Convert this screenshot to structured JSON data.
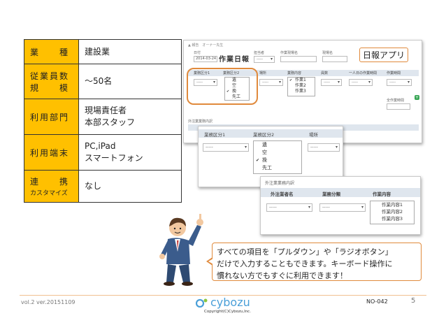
{
  "info_table": [
    {
      "label": "業　　種",
      "value": [
        "建設業"
      ]
    },
    {
      "label_lines": [
        "従業員数",
        "規　　模"
      ],
      "value": [
        "～50名"
      ]
    },
    {
      "label": "利用部門",
      "value": [
        "現場責任者",
        "本部スタッフ"
      ]
    },
    {
      "label": "利用端末",
      "value": [
        "PC,iPad",
        "スマートフォン"
      ]
    },
    {
      "label": "連　　携",
      "label_small": "カスタマイズ",
      "value": [
        "なし"
      ]
    }
  ],
  "callout_label": "日報アプリ",
  "main_shot": {
    "breadcrumb": "▲ 報告　オーナー先生",
    "app_title": "作業日報",
    "fields": [
      "日付",
      "担当者",
      "作業現場名",
      "現場名"
    ],
    "date_value": "2014-03-24",
    "table_headers": [
      "業務区分1",
      "業務区分2",
      "場所",
      "業務内容",
      "員数",
      "一人日の作業時間",
      "作業時間"
    ],
    "dropdown_placeholder": "-----",
    "section_label": "外注業業務内訳",
    "total_label": "全作業時間",
    "listbox_options": [
      "遺",
      "空",
      "挽",
      "先工"
    ],
    "work_options": [
      "作業1",
      "作業2",
      "作業3"
    ]
  },
  "mid_shot": {
    "headers": [
      "業務区分1",
      "業務区分2",
      "場所"
    ],
    "dropdown_placeholder": "-----",
    "options": [
      "遺",
      "空",
      "挽",
      "先工"
    ],
    "checked_index": 2
  },
  "front_shot": {
    "section_label": "外注業業務内訳",
    "headers": [
      "外注業者名",
      "業務分類",
      "作業内容"
    ],
    "dropdown_placeholder": "-----",
    "options": [
      "作業内容1",
      "作業内容2",
      "作業内容3"
    ]
  },
  "bubble_lines": [
    "すべての項目を「プルダウン」や「ラジオボタン」",
    "だけで入力することもできます。キーボード操作に",
    "慣れない方でもすぐに利用できます！"
  ],
  "footer": {
    "version": "vol.2 ver.20151109",
    "logo_text": "cybozu",
    "copyright": "Copyright(C)Cybozu,Inc.",
    "doc_no": "NO-042",
    "page": "5"
  },
  "colors": {
    "table_header": "#ffc000",
    "accent_orange": "#e08a3c",
    "logo_blue": "#4a9fd8"
  }
}
